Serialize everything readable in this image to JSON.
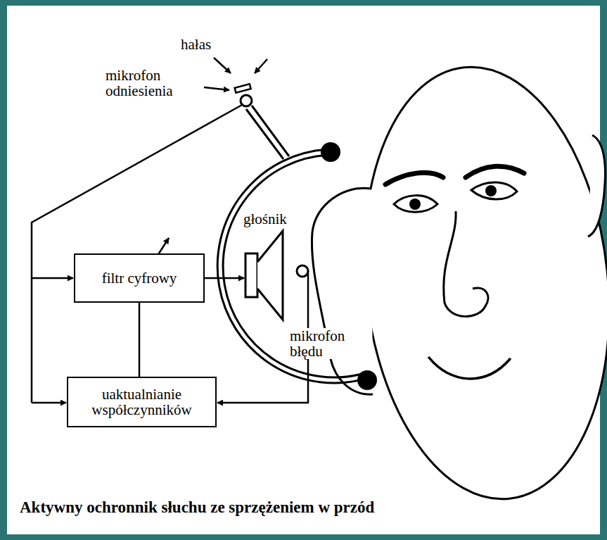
{
  "diagram": {
    "caption": "Aktywny ochronnik słuchu ze sprzężeniem w przód",
    "nodes": [
      {
        "text": [
          "filtr cyfrowy"
        ]
      },
      {
        "text": [
          "uaktualnianie współczynników"
        ]
      }
    ],
    "edges": [
      {
        "from": 1,
        "to": 0,
        "arrow": "none"
      }
    ],
    "labels": [
      "hałas",
      "mikrofon odniesienia",
      "głośnik",
      "mikrofon błędu"
    ]
  }
}
